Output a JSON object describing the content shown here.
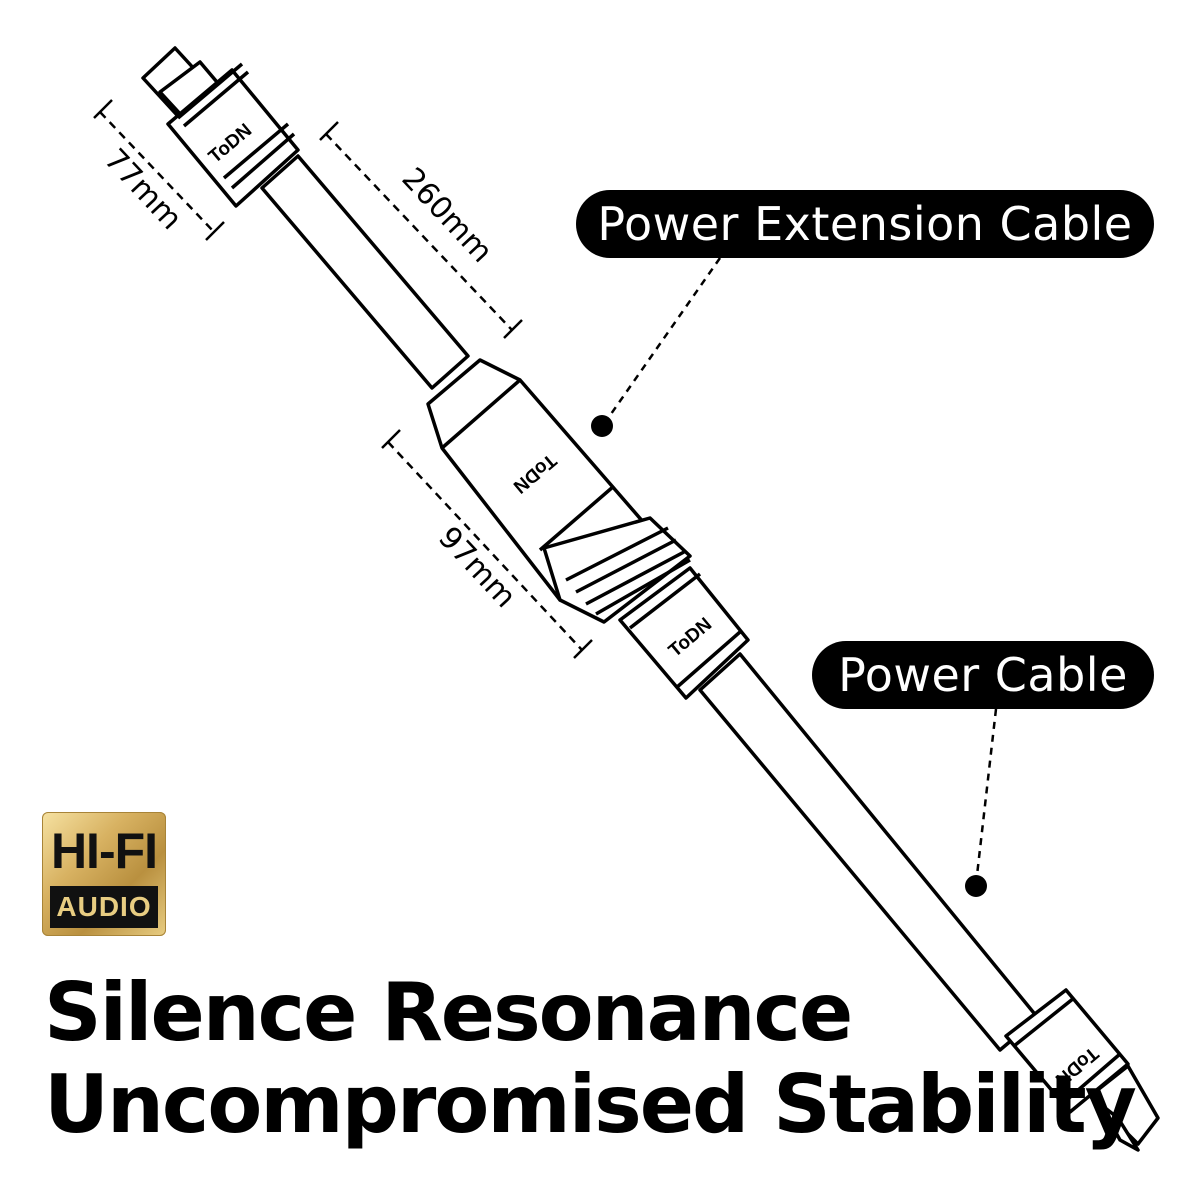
{
  "labels": {
    "extension_cable": "Power Extension Cable",
    "power_cable": "Power Cable"
  },
  "dimensions": {
    "plug_length": "77mm",
    "extension_body": "260mm",
    "connector_length": "97mm"
  },
  "brand": {
    "name": "ToDN"
  },
  "badge": {
    "top": "HI-FI",
    "bottom": "AUDIO"
  },
  "headline": {
    "line1": "Silence Resonance",
    "line2": "Uncompromised Stability"
  }
}
